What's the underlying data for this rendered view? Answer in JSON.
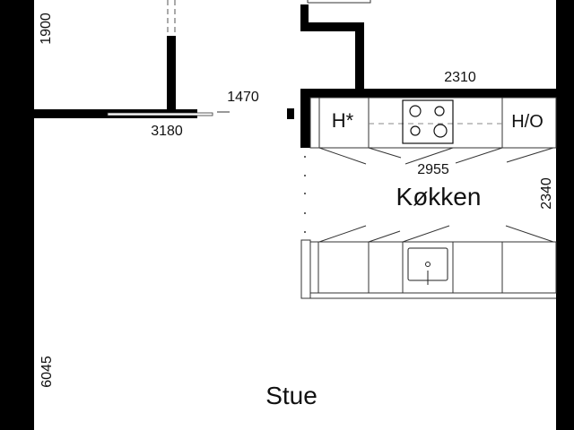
{
  "rooms": {
    "kitchen": "Køkken",
    "living": "Stue"
  },
  "dimensions": {
    "d1900": "1900",
    "d1470": "1470",
    "d3180": "3180",
    "d2310": "2310",
    "d2955": "2955",
    "d2340": "2340",
    "d6045": "6045"
  },
  "labels": {
    "cabinet_h_star": "H*",
    "cabinet_h_o": "H/O"
  },
  "colors": {
    "wall": "#000000",
    "line": "#333333"
  }
}
